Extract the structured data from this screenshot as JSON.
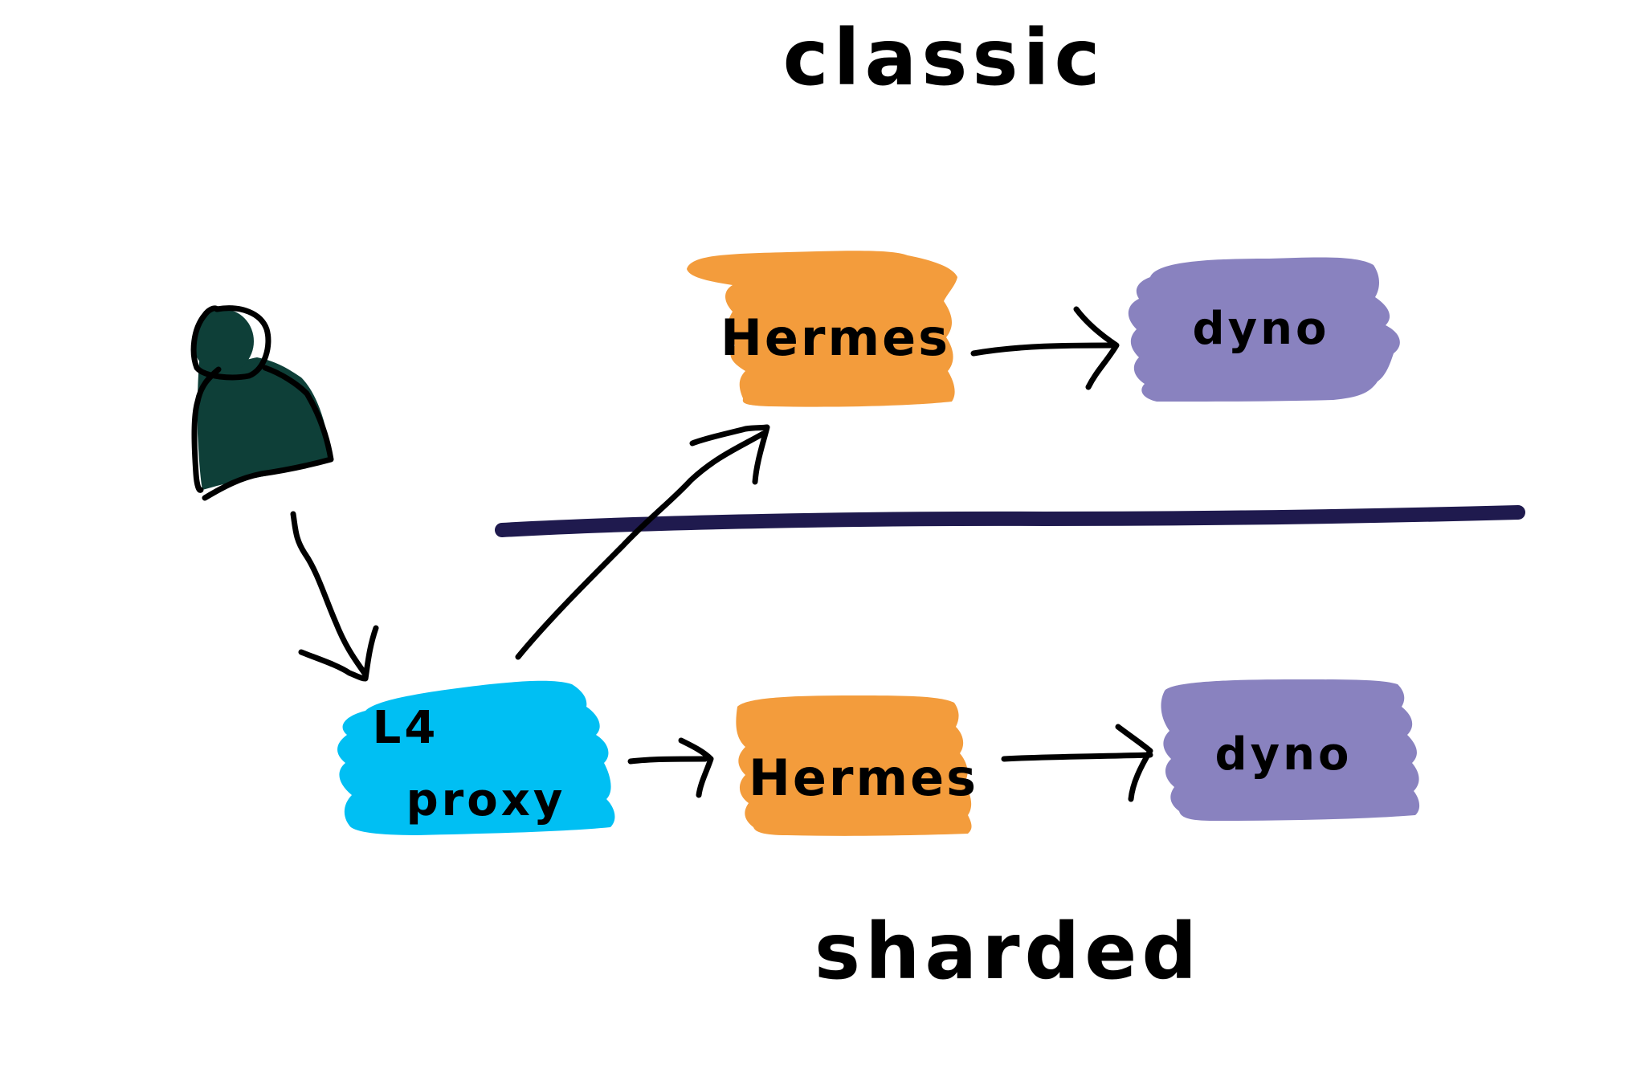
{
  "labels": {
    "classic": "classic",
    "sharded": "sharded"
  },
  "nodes": {
    "hermes_classic": "Hermes",
    "dyno_classic": "dyno",
    "proxy_line1": "L4",
    "proxy_line2": "proxy",
    "hermes_sharded": "Hermes",
    "dyno_sharded": "dyno"
  },
  "icons": {
    "user": "user-icon"
  },
  "colors": {
    "hermes": "#f39c3c",
    "dyno": "#8982bf",
    "proxy": "#00bff3",
    "user": "#0e3f38",
    "divider": "#1f1a4e",
    "ink": "#000000"
  }
}
